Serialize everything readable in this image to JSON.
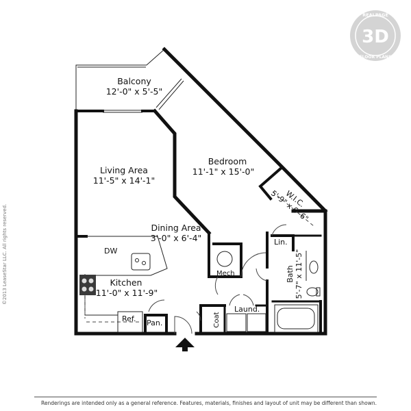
{
  "copyright": "©2013 LeaseStar LLC. All rights reserved.",
  "disclaimer": "Renderings are intended only as a general reference. Features, materials, finishes and layout of unit may be different than shown.",
  "badge": {
    "mark": "3D",
    "top_text": "REALPAGE",
    "bottom_text": "FLOOR PLANS"
  },
  "rooms": {
    "balcony": {
      "name": "Balcony",
      "dims": "12'-0\" x 5'-5\""
    },
    "bedroom": {
      "name": "Bedroom",
      "dims": "11'-1\" x 15'-0\""
    },
    "living": {
      "name": "Living Area",
      "dims": "11'-5\" x 14'-1\""
    },
    "dining": {
      "name": "Dining Area",
      "dims": "3'-0\" x 6'-4\""
    },
    "kitchen": {
      "name": "Kitchen",
      "dims": "11'-0\" x 11'-9\""
    },
    "wic": {
      "name": "W.I.C.",
      "dims": "5'-9\" x 6'-6\""
    },
    "bath": {
      "name": "Bath",
      "dims": "5'-7\" x 11'-5\""
    }
  },
  "fixtures": {
    "dw": "DW",
    "ref": "Ref.",
    "pan": "Pan.",
    "coat": "Coat",
    "laund": "Laund.",
    "mech": "Mech",
    "lin": "Lin."
  }
}
